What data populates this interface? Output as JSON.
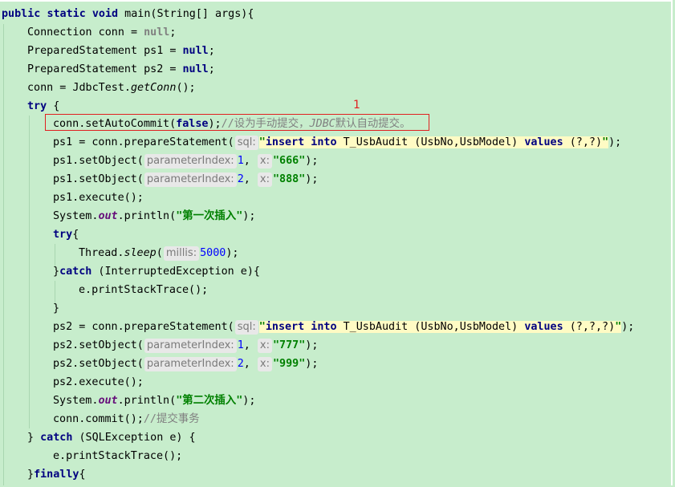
{
  "annotation": {
    "marker": "1"
  },
  "code": {
    "line1": {
      "kw1": "public",
      "kw2": "static",
      "kw3": "void",
      "rest": " main(String[] args){"
    },
    "line2": {
      "a": "Connection conn = ",
      "null": "null",
      "b": ";"
    },
    "line3": {
      "a": "PreparedStatement ps1 = ",
      "null": "null",
      "b": ";"
    },
    "line4": {
      "a": "PreparedStatement ps2 = ",
      "null": "null",
      "b": ";"
    },
    "line5": {
      "a": "conn = JdbcTest.",
      "m": "getConn",
      "b": "();"
    },
    "line6": {
      "kw": "try",
      "b": " {"
    },
    "line7": {
      "a": "conn.setAutoCommit(",
      "lit": "false",
      "b": ");",
      "c1": "//设为手动提交，",
      "c2": "JDBC",
      "c3": "默认自动提交。"
    },
    "line8": {
      "a": "ps1 = conn.prepareStatement(",
      "hint": "sql:",
      "q1": "\"",
      "k1": "insert",
      "k2": "into",
      "t": " T_UsbAudit (UsbNo,UsbModel) ",
      "k3": "values",
      "t2": " (?,?)",
      "q2": "\"",
      "b": ");"
    },
    "line9": {
      "a": "ps1.setObject(",
      "hint1": "parameterIndex:",
      "n": "1",
      "sep": ", ",
      "hint2": "x:",
      "s": "\"666\"",
      "b": ");"
    },
    "line10": {
      "a": "ps1.setObject(",
      "hint1": "parameterIndex:",
      "n": "2",
      "sep": ", ",
      "hint2": "x:",
      "s": "\"888\"",
      "b": ");"
    },
    "line11": {
      "a": "ps1.execute();"
    },
    "line12": {
      "a": "System.",
      "f": "out",
      "b": ".println(",
      "s": "\"第一次插入\"",
      "c": ");"
    },
    "line13": {
      "kw": "try",
      "b": "{"
    },
    "line14": {
      "a": "Thread.",
      "m": "sleep",
      "b": "(",
      "hint": "millis:",
      "n": "5000",
      "c": ");"
    },
    "line15": {
      "a": "}",
      "kw": "catch",
      "b": " (InterruptedException e){"
    },
    "line16": {
      "a": "e.printStackTrace();"
    },
    "line17": {
      "a": "}"
    },
    "line18": {
      "a": "ps2 = conn.prepareStatement(",
      "hint": "sql:",
      "q1": "\"",
      "k1": "insert",
      "k2": "into",
      "t": " T_UsbAudit (UsbNo,UsbModel) ",
      "k3": "values",
      "t2": " (?,?,?)",
      "q2": "\"",
      "b": ");"
    },
    "line19": {
      "a": "ps2.setObject(",
      "hint1": "parameterIndex:",
      "n": "1",
      "sep": ", ",
      "hint2": "x:",
      "s": "\"777\"",
      "b": ");"
    },
    "line20": {
      "a": "ps2.setObject(",
      "hint1": "parameterIndex:",
      "n": "2",
      "sep": ", ",
      "hint2": "x:",
      "s": "\"999\"",
      "b": ");"
    },
    "line21": {
      "a": "ps2.execute();"
    },
    "line22": {
      "a": "System.",
      "f": "out",
      "b": ".println(",
      "s": "\"第二次插入\"",
      "c": ");"
    },
    "line23": {
      "a": "conn.commit();",
      "c": "//提交事务"
    },
    "line24": {
      "a": "} ",
      "kw": "catch",
      "b": " (SQLException e) {"
    },
    "line25": {
      "a": "e.printStackTrace();"
    },
    "line26": {
      "a": "}",
      "kw": "finally",
      "b": "{"
    }
  }
}
